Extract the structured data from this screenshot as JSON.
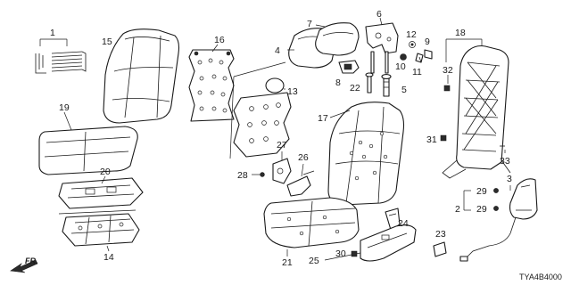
{
  "diagram": {
    "code": "TYA4B4000",
    "direction": "FR."
  },
  "callouts": {
    "c1": "1",
    "c2": "2",
    "c3": "3",
    "c4": "4",
    "c5": "5",
    "c6": "6",
    "c7": "7",
    "c8": "8",
    "c9": "9",
    "c10": "10",
    "c11": "11",
    "c12": "12",
    "c13": "13",
    "c14": "14",
    "c15": "15",
    "c16": "16",
    "c17": "17",
    "c18": "18",
    "c19": "19",
    "c20": "20",
    "c21": "21",
    "c22": "22",
    "c23": "23",
    "c24": "24",
    "c25": "25",
    "c26": "26",
    "c27": "27",
    "c28": "28",
    "c29a": "29",
    "c29b": "29",
    "c30": "30",
    "c31": "31",
    "c32": "32",
    "c33": "33"
  }
}
